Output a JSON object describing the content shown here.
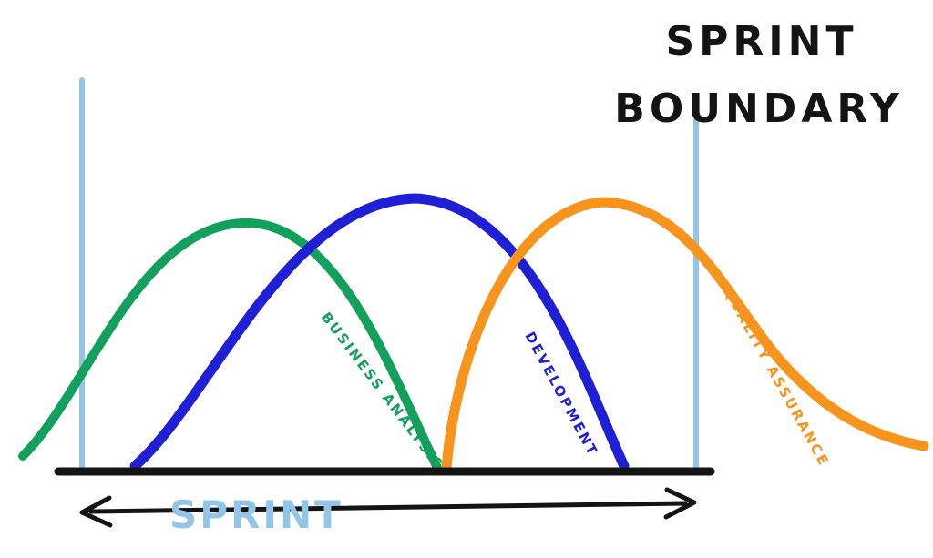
{
  "diagram": {
    "title": {
      "line1": "SPRINT",
      "line2": "BOUNDARY"
    },
    "curves": [
      {
        "label": "BUSINESS ANALYSIS",
        "color": "#12a05c"
      },
      {
        "label": "DEVELOPMENT",
        "color": "#1f1fd6"
      },
      {
        "label": "QUALITY ASSURANCE",
        "color": "#f7941e"
      }
    ],
    "timeline_label": "SPRINT",
    "colors": {
      "green": "#12a05c",
      "blue": "#1f1fd6",
      "orange": "#f7941e",
      "light_blue": "#93c5e8",
      "black": "#141414"
    }
  }
}
